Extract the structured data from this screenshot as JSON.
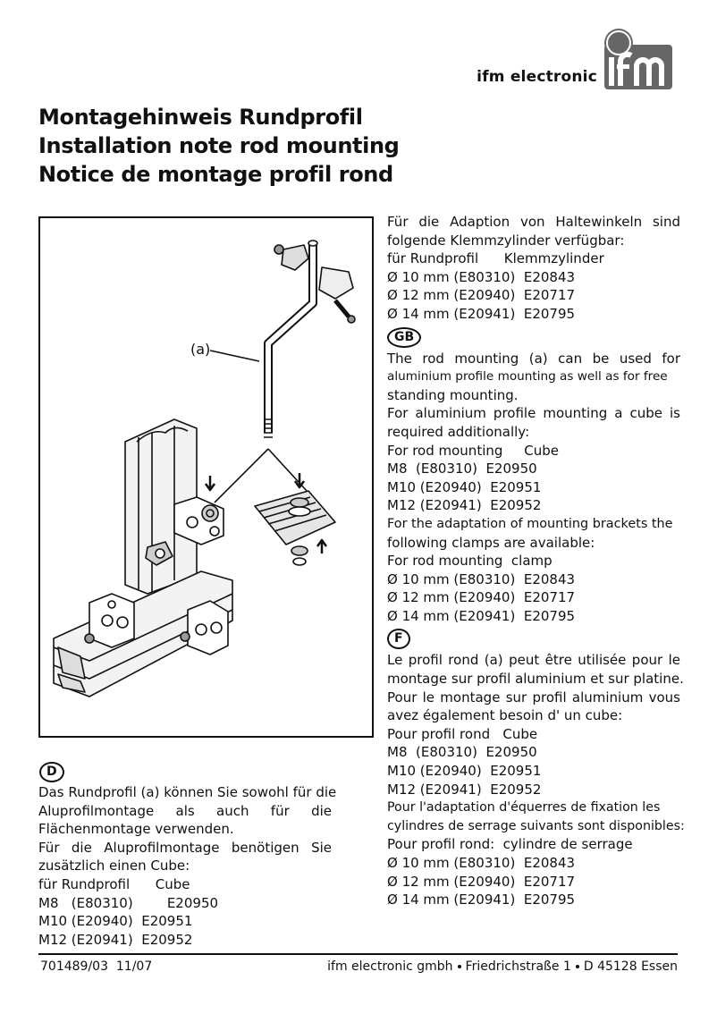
{
  "brand": {
    "company": "ifm electronic",
    "logo_text": "ifm"
  },
  "titles": {
    "de": "Montagehinweis Rundprofil",
    "en": "Installation note rod mounting",
    "fr": "Notice de montage profil rond"
  },
  "figure": {
    "label_a": "(a)"
  },
  "de": {
    "badge": "D",
    "lines": [
      "Das Rundprofil (a) können Sie sowohl für die",
      "Aluprofilmontage als auch für die",
      "Flächenmontage verwenden.",
      "Für die Aluprofilmontage benötigen Sie",
      "zusätzlich einen Cube:",
      "für Rundprofil      Cube",
      "M8   (E80310)        E20950",
      "M10 (E20940)  E20951",
      "M12 (E20941)  E20952"
    ],
    "cont_lines": [
      "Für die Adaption von Haltewinkeln sind",
      "folgende Klemmzylinder verfügbar:",
      "für Rundprofil      Klemmzylinder",
      "Ø 10 mm (E80310)  E20843",
      "Ø 12 mm (E20940)  E20717",
      "Ø 14 mm (E20941)  E20795"
    ]
  },
  "gb": {
    "badge": "GB",
    "lines": [
      "The rod mounting (a) can be used for",
      "aluminium profile mounting as well as for free",
      "standing mounting.",
      "For aluminium profile mounting a cube is",
      "required additionally:",
      "For rod mounting     Cube",
      "M8  (E80310)  E20950",
      "M10 (E20940)  E20951",
      "M12 (E20941)  E20952",
      "For the adaptation of mounting brackets the",
      "following clamps are available:",
      "For rod mounting  clamp",
      "Ø 10 mm (E80310)  E20843",
      "Ø 12 mm (E20940)  E20717",
      "Ø 14 mm (E20941)  E20795"
    ]
  },
  "fr": {
    "badge": "F",
    "lines": [
      "Le profil rond (a) peut être utilisée pour le",
      "montage sur profil aluminium et sur platine.",
      "Pour le montage sur profil aluminium vous",
      "avez également besoin d' un cube:",
      "Pour profil rond   Cube",
      "M8  (E80310)  E20950",
      "M10 (E20940)  E20951",
      "M12 (E20941)  E20952",
      "Pour l'adaptation d'équerres de fixation les",
      "cylindres de serrage suivants sont disponibles:",
      "Pour profil rond:  cylindre de serrage",
      "Ø 10 mm (E80310)  E20843",
      "Ø 12 mm (E20940)  E20717",
      "Ø 14 mm (E20941)  E20795"
    ]
  },
  "footer": {
    "doc_number": "701489/03  11/07",
    "company": "ifm electronic gmbh",
    "street": "Friedrichstraße 1",
    "city": "D 45128 Essen"
  }
}
